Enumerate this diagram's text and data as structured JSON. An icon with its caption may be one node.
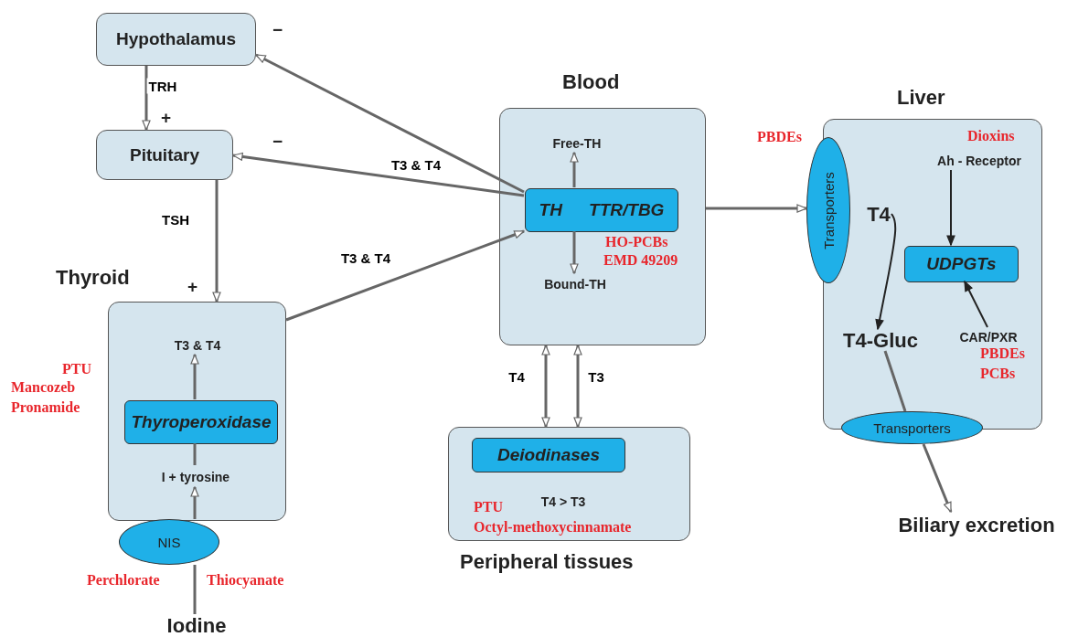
{
  "diagram": {
    "nodes": [
      {
        "text": [
          "Hypothalamus"
        ]
      },
      {
        "text": [
          "Pituitary"
        ]
      },
      {
        "text": [
          "Thyroid"
        ]
      },
      {
        "text": [
          "T3 & T4"
        ],
        "in": 2
      },
      {
        "text": [
          "Thyroperoxidase"
        ],
        "in": 2
      },
      {
        "text": [
          "I + tyrosine"
        ],
        "in": 2
      },
      {
        "text": [
          "NIS"
        ]
      },
      {
        "text": [
          "Iodine"
        ]
      },
      {
        "text": [
          "Blood"
        ]
      },
      {
        "text": [
          "Free-TH"
        ],
        "in": 8
      },
      {
        "text": [
          "TH",
          "TTR/TBG"
        ],
        "in": 8
      },
      {
        "text": [
          "Bound-TH"
        ],
        "in": 8
      },
      {
        "text": [
          "Peripheral tissues"
        ]
      },
      {
        "text": [
          "Deiodinases"
        ],
        "in": 12
      },
      {
        "text": [
          "T4 > T3"
        ],
        "in": 12
      },
      {
        "text": [
          "Liver"
        ]
      },
      {
        "text": [
          "Transporters"
        ]
      },
      {
        "text": [
          "Ah - Receptor"
        ],
        "in": 15
      },
      {
        "text": [
          "T4"
        ],
        "in": 15
      },
      {
        "text": [
          "UDPGTs"
        ],
        "in": 15
      },
      {
        "text": [
          "CAR/PXR"
        ],
        "in": 15
      },
      {
        "text": [
          "T4-Gluc"
        ],
        "in": 15
      },
      {
        "text": [
          "Transporters"
        ]
      },
      {
        "text": [
          "Biliary excretion"
        ]
      }
    ],
    "edges": [
      {
        "from": 0,
        "to": 1,
        "arrow": "to",
        "label": "TRH"
      },
      {
        "from": 10,
        "to": 0,
        "arrow": "to"
      },
      {
        "from": 10,
        "to": 1,
        "arrow": "to",
        "label": "T3 & T4"
      },
      {
        "from": 1,
        "to": 2,
        "arrow": "to",
        "label": "TSH"
      },
      {
        "from": 2,
        "to": 10,
        "arrow": "to",
        "label": "T3 & T4"
      },
      {
        "from": 4,
        "to": 3,
        "arrow": "to"
      },
      {
        "from": 5,
        "to": 4,
        "arrow": "none"
      },
      {
        "from": 6,
        "to": 5,
        "arrow": "to"
      },
      {
        "from": 7,
        "to": 6,
        "arrow": "none"
      },
      {
        "from": 10,
        "to": 9,
        "arrow": "to"
      },
      {
        "from": 8,
        "to": 12,
        "arrow": "both",
        "label": "T4"
      },
      {
        "from": 8,
        "to": 12,
        "arrow": "both",
        "label": "T3"
      },
      {
        "from": 8,
        "to": 16,
        "arrow": "to"
      },
      {
        "from": 18,
        "to": 21,
        "arrow": "to",
        "color": "#222222"
      },
      {
        "from": 17,
        "to": 19,
        "arrow": "to",
        "color": "#222222"
      },
      {
        "from": 20,
        "to": 19,
        "arrow": "to",
        "color": "#222222"
      },
      {
        "from": 21,
        "to": 22,
        "arrow": "none"
      },
      {
        "from": 22,
        "to": 23,
        "arrow": "to"
      },
      {
        "from": 10,
        "to": 11,
        "arrow": "to"
      }
    ],
    "labels": [
      "−",
      "+",
      "−",
      "+",
      "PTU",
      "Mancozeb",
      "Pronamide",
      "Perchlorate",
      "Thiocyanate",
      "HO-PCBs",
      "EMD 49209",
      "PTU",
      "Octyl-methoxycinnamate",
      "PBDEs",
      "Dioxins",
      "PBDEs",
      "PCBs"
    ]
  }
}
